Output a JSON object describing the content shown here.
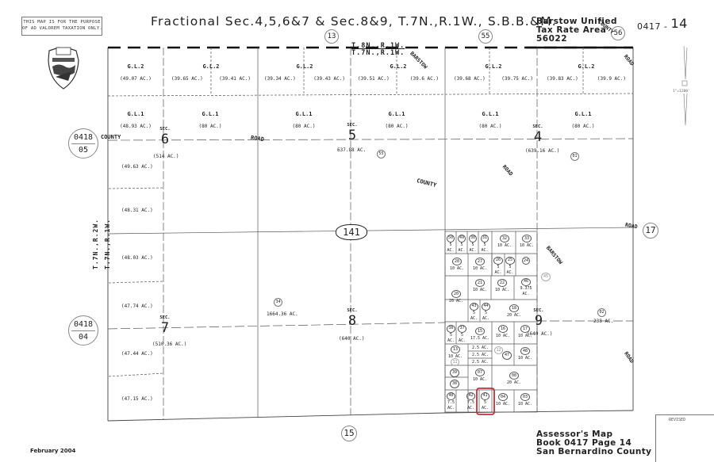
{
  "header": {
    "disclaimer_line1": "THIS MAP IS FOR THE PURPOSE",
    "disclaimer_line2": "OF AD VALOREM TAXATION ONLY.",
    "title": "Fractional Sec.4,5,6&7 & Sec.8&9, T.7N.,R.1W., S.B.B.&M.",
    "tax_rate_area_line1": "Barstow Unified",
    "tax_rate_area_line2": "Tax Rate Area",
    "tax_rate_area_line3": "56022",
    "map_number": "0417 -",
    "map_page": "14"
  },
  "scale": {
    "label": "1\"=1200'"
  },
  "township_labels": {
    "top_upper": "T.8N.,R.1W.",
    "top_lower": "T.7N.,R.1W.",
    "left_outer": "T.7N.,R.2W.",
    "left_inner": "T.7N.,R.1W."
  },
  "adjacent_pages": [
    {
      "id": "13",
      "position": "top"
    },
    {
      "id": "55",
      "position": "top"
    },
    {
      "id": "56",
      "position": "top-right"
    },
    {
      "id": "17",
      "position": "right"
    },
    {
      "id": "15",
      "position": "bottom"
    }
  ],
  "adjacent_books": [
    {
      "book": "0418",
      "page": "05"
    },
    {
      "book": "0418",
      "page": "04"
    }
  ],
  "highway": {
    "route": "141"
  },
  "roads": [
    {
      "label": "COUNTY"
    },
    {
      "label": "ROAD"
    },
    {
      "label": "BARSTOW"
    },
    {
      "label": "COUNTY"
    },
    {
      "label": "ROAD"
    },
    {
      "label": "COUNTY"
    },
    {
      "label": "ROAD"
    },
    {
      "label": "ROAD"
    },
    {
      "label": "BARSTOW"
    },
    {
      "label": "ROAD"
    }
  ],
  "sections": [
    {
      "sec_label": "SEC.",
      "number": "6",
      "acreage": "(514 AC.)"
    },
    {
      "sec_label": "SEC.",
      "number": "5",
      "acreage": "637.88 AC."
    },
    {
      "sec_label": "SEC.",
      "number": "4",
      "acreage": "(639.16 AC.)"
    },
    {
      "sec_label": "SEC.",
      "number": "7",
      "acreage": "(510.36 AC.)"
    },
    {
      "sec_label": "SEC.",
      "number": "8",
      "acreage": "(640 AC.)"
    },
    {
      "sec_label": "SEC.",
      "number": "9",
      "acreage": "(640 AC.)"
    }
  ],
  "government_lots_row2": [
    {
      "label": "G.L.2",
      "acres": [
        "(49.07 AC.)"
      ]
    },
    {
      "label": "G.L.2",
      "acres": [
        "(39.65 AC.)",
        "(39.41 AC.)"
      ]
    },
    {
      "label": "G.L.2",
      "acres": [
        "(39.34 AC.)",
        "(39.43 AC.)"
      ]
    },
    {
      "label": "G.L.2",
      "acres": [
        "(39.51 AC.)",
        "(39.6 AC.)"
      ]
    },
    {
      "label": "G.L.2",
      "acres": [
        "(39.68 AC.)",
        "(39.75 AC.)"
      ]
    },
    {
      "label": "G.L.2",
      "acres": [
        "(39.83 AC.)",
        "(39.9 AC.)"
      ]
    }
  ],
  "government_lots_row1": [
    {
      "label": "G.L.1",
      "acres": "(48.93 AC.)"
    },
    {
      "label": "G.L.1",
      "acres": "(80 AC.)"
    },
    {
      "label": "G.L.1",
      "acres": "(80 AC.)"
    },
    {
      "label": "G.L.1",
      "acres": "(80 AC.)"
    },
    {
      "label": "G.L.1",
      "acres": "(80 AC.)"
    },
    {
      "label": "G.L.1",
      "acres": "(80 AC.)"
    }
  ],
  "west_lots": [
    "(49.63 AC.)",
    "(48.31 AC.)",
    "(48.03 AC.)",
    "(47.74 AC.)",
    "(47.44 AC.)",
    "(47.15 AC.)"
  ],
  "large_parcels": [
    {
      "id": "55",
      "acres": ""
    },
    {
      "id": "01",
      "acres": ""
    },
    {
      "id": "34",
      "acres": "1664.36 AC."
    },
    {
      "id": "02",
      "acres": "238 AC."
    }
  ],
  "small_parcels": [
    {
      "id": "50",
      "acres": "5 AC."
    },
    {
      "id": "49",
      "acres": "5 AC."
    },
    {
      "id": "30",
      "acres": "5 AC."
    },
    {
      "id": "31",
      "acres": "5 AC."
    },
    {
      "id": "32",
      "acres": "10 AC."
    },
    {
      "id": "33",
      "acres": "10 AC."
    },
    {
      "id": "28",
      "acres": "10 AC."
    },
    {
      "id": "27",
      "acres": "10 AC."
    },
    {
      "id": "26",
      "acres": "5 AC."
    },
    {
      "id": "25",
      "acres": "5 AC."
    },
    {
      "id": "24",
      "acres": ""
    },
    {
      "id": "20",
      "acres": "20 AC."
    },
    {
      "id": "21",
      "acres": "10 AC."
    },
    {
      "id": "22",
      "acres": "10 AC."
    },
    {
      "id": "46",
      "acres": "9.375 AC."
    },
    {
      "id": "45",
      "acres": ""
    },
    {
      "id": "43",
      "acres": "5 AC."
    },
    {
      "id": "44",
      "acres": "5 AC."
    },
    {
      "id": "18",
      "acres": "20 AC."
    },
    {
      "id": "36",
      "acres": "5 AC."
    },
    {
      "id": "37",
      "acres": "5 AC."
    },
    {
      "id": "15",
      "acres": "17.5 AC."
    },
    {
      "id": "16",
      "acres": "10 AC."
    },
    {
      "id": "17",
      "acres": "10 AC."
    },
    {
      "id": "13",
      "acres": "10 AC."
    },
    {
      "id": "12",
      "acres": "2.5 AC."
    },
    {
      "id": "11",
      "acres": "2.5 AC."
    },
    {
      "id": "47",
      "acres": ""
    },
    {
      "id": "48",
      "acres": "10 AC."
    },
    {
      "id": "39",
      "acres": ""
    },
    {
      "id": "38",
      "acres": ""
    },
    {
      "id": "07",
      "acres": "10 AC."
    },
    {
      "id": "08",
      "acres": "20 AC."
    },
    {
      "id": "40",
      "acres": "7.5 AC."
    },
    {
      "id": "42",
      "acres": "7.5 AC."
    },
    {
      "id": "41",
      "acres": "5 AC.",
      "highlighted": true
    },
    {
      "id": "04",
      "acres": "10 AC."
    },
    {
      "id": "03",
      "acres": "10 AC."
    }
  ],
  "highlight_color": "#c0303a",
  "footer": {
    "date": "February 2004",
    "line1": "Assessor's Map",
    "line2": "Book 0417 Page 14",
    "line3": "San Bernardino County",
    "revised_label": "REVISED"
  }
}
